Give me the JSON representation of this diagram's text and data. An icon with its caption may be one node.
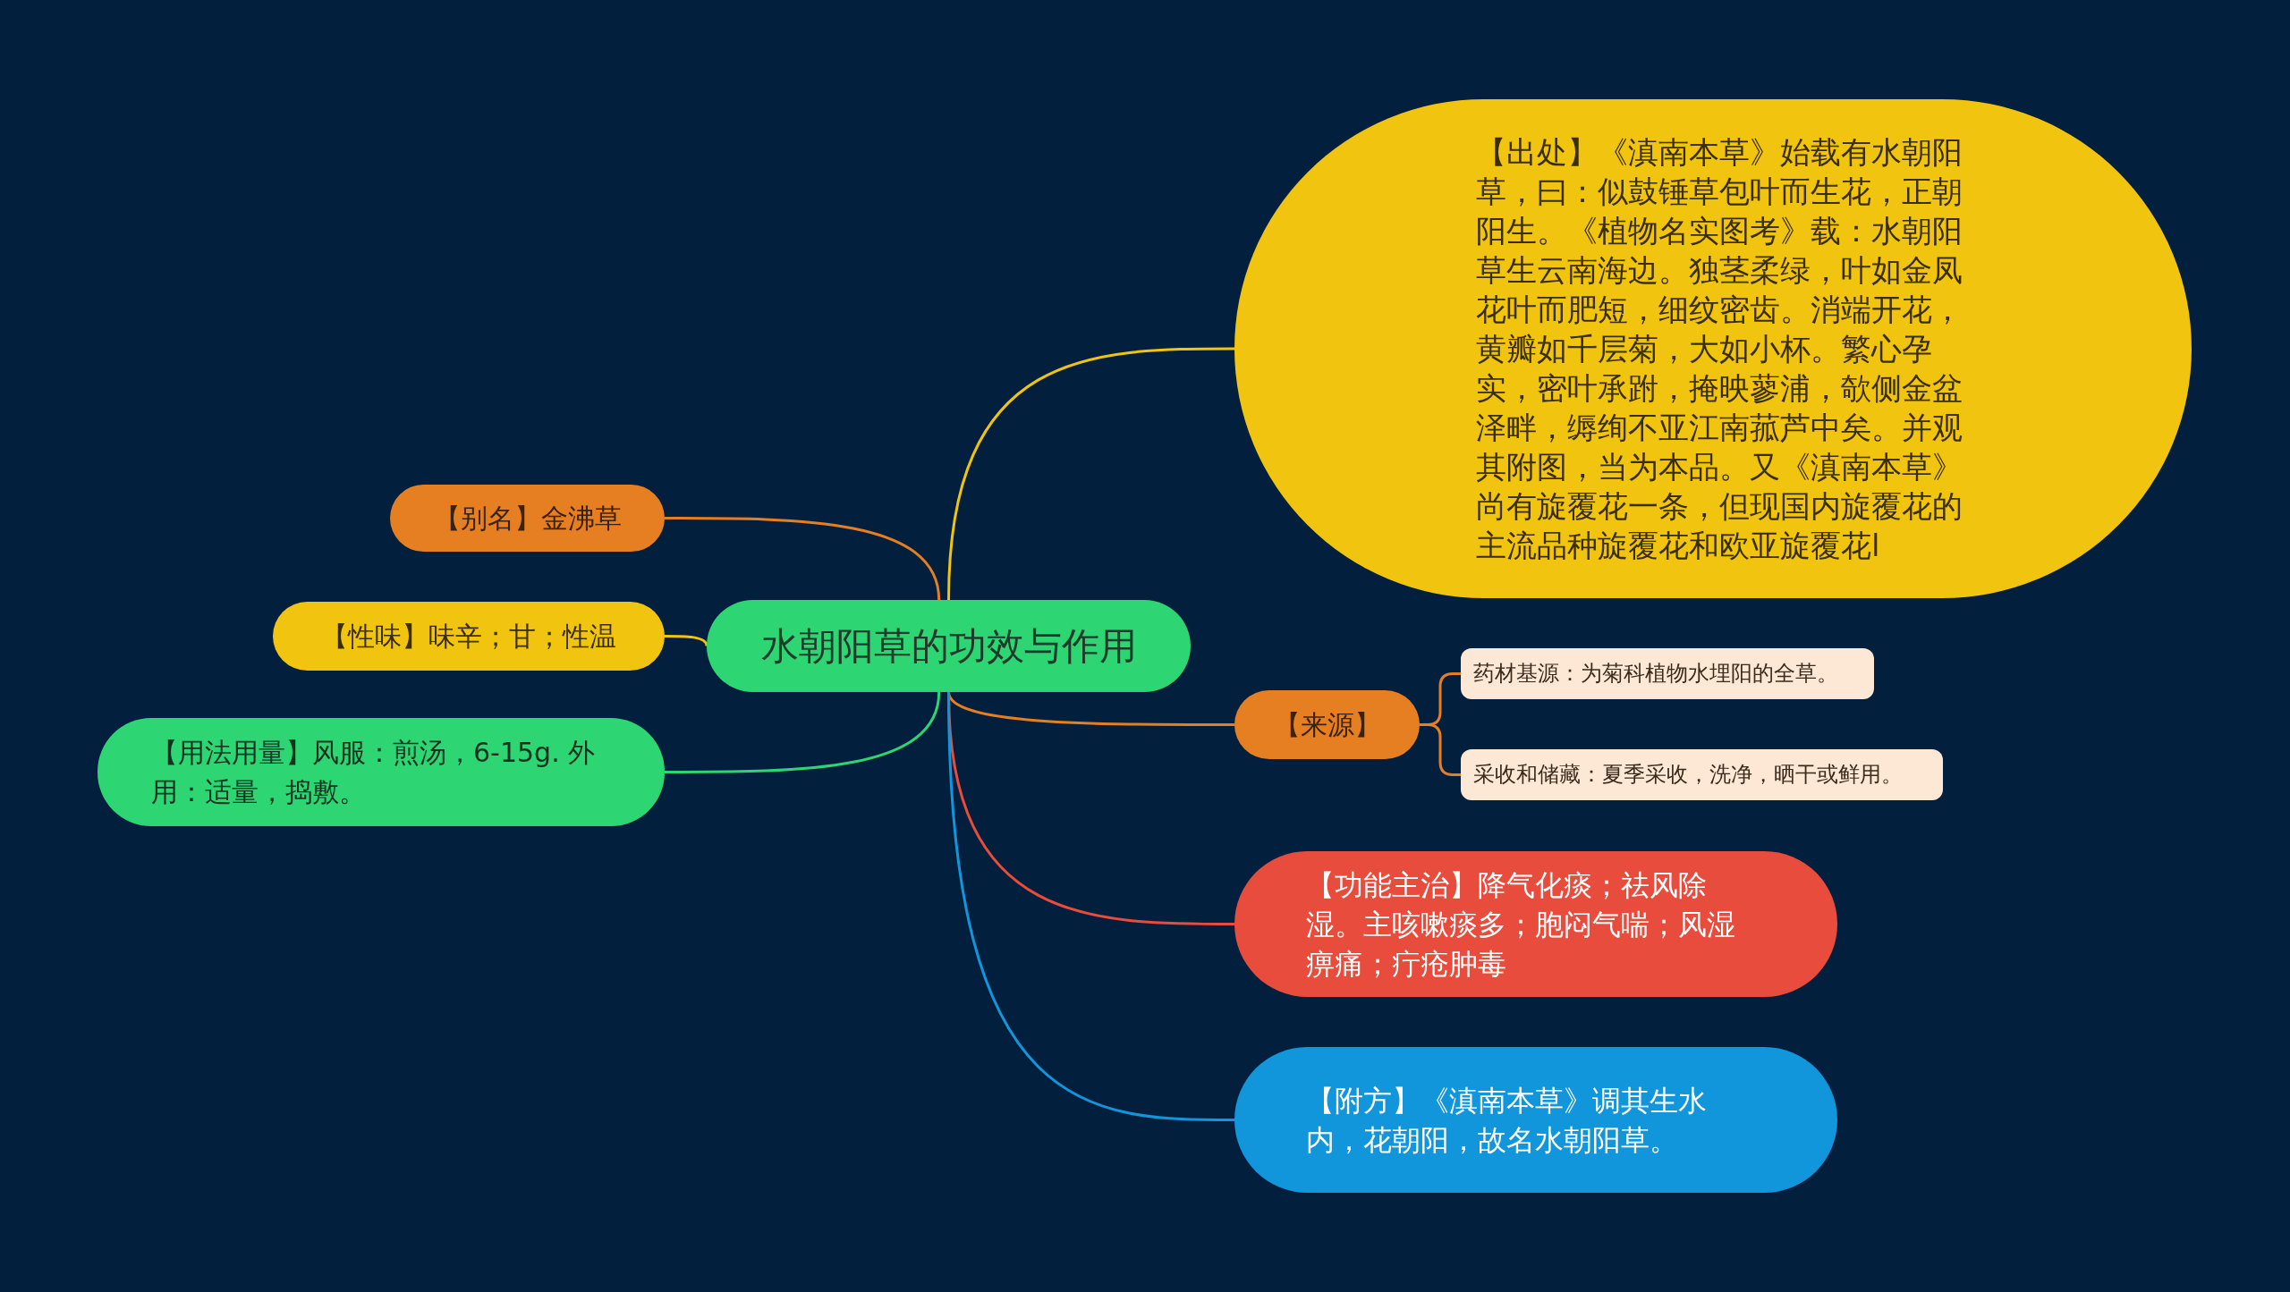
{
  "diagram": {
    "nodes": [
      {
        "text": [
          "水朝阳草的功效与作用"
        ]
      },
      {
        "text": [
          "【出处】《滇南本草》始载有水朝阳草，曰：似鼓锤草包叶而生花，正朝阳生。《植物名实图考》载：水朝阳草生云南海边。独茎柔绿，叶如金凤花叶而肥短，细纹密齿。消端开花，黄瓣如千层菊，大如小杯。繁心孕实，密叶承跗，掩映蓼浦，欹侧金盆泽畔，缛绚不亚江南菰芦中矣。并观其附图，当为本品。又《滇南本草》尚有旋覆花一条，但现国内旋覆花的主流品种旋覆花和欧亚旋覆花l"
        ]
      },
      {
        "text": [
          "【别名】金沸草"
        ]
      },
      {
        "text": [
          "【性味】味辛；甘；性温"
        ]
      },
      {
        "text": [
          "【用法用量】风服：煎汤，6-15g. 外用：适量，捣敷。"
        ]
      },
      {
        "text": [
          "【来源】"
        ]
      },
      {
        "text": [
          "药材基源：为菊科植物水埋阳的全草。"
        ]
      },
      {
        "text": [
          "采收和储藏：夏季采收，洗净，晒干或鲜用。"
        ]
      },
      {
        "text": [
          "【功能主治】降气化痰；祛风除湿。主咳嗽痰多；胞闷气喘；风湿痹痛；疔疮肿毒"
        ]
      },
      {
        "text": [
          "【附方】《滇南本草》调其生水内，花朝阳，故名水朝阳草。"
        ]
      }
    ],
    "edges": [
      {
        "from": 0,
        "to": 1,
        "arrow": "none",
        "color": "#f1c40f"
      },
      {
        "from": 0,
        "to": 2,
        "arrow": "none",
        "color": "#e67e22"
      },
      {
        "from": 0,
        "to": 3,
        "arrow": "none",
        "color": "#f1c40f"
      },
      {
        "from": 0,
        "to": 4,
        "arrow": "none",
        "color": "#2ed573"
      },
      {
        "from": 0,
        "to": 5,
        "arrow": "none",
        "color": "#e67e22"
      },
      {
        "from": 0,
        "to": 8,
        "arrow": "none",
        "color": "#e74c3c"
      },
      {
        "from": 0,
        "to": 9,
        "arrow": "none",
        "color": "#1296db"
      },
      {
        "from": 5,
        "to": 6,
        "arrow": "none",
        "color": "#e67e22"
      },
      {
        "from": 5,
        "to": 7,
        "arrow": "none",
        "color": "#e67e22"
      }
    ]
  }
}
